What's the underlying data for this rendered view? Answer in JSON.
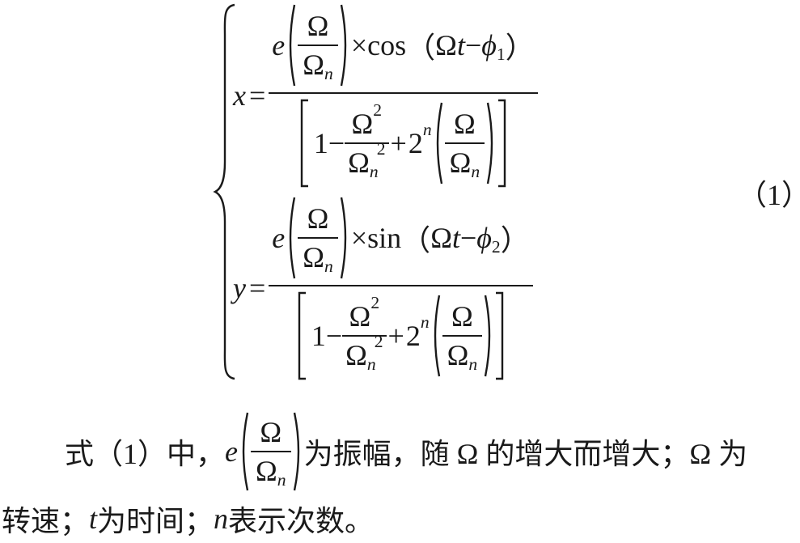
{
  "equation": {
    "number": "（1）",
    "x": {
      "var": "x",
      "eq": "=",
      "amp_symbol": "e",
      "omega": "Ω",
      "omega_n": "Ω",
      "n_sub": "n",
      "times": "×",
      "func": "cos",
      "arg_open": "（",
      "arg_omega": "Ω",
      "arg_t": "t",
      "minus": "−",
      "phi": "ϕ",
      "phi_sub": "1",
      "arg_close": "）",
      "den_one": "1",
      "den_minus": "−",
      "den_omega_sq": "Ω",
      "den_sq": "2",
      "den_plus": "+",
      "den_two": "2",
      "den_pow_n": "n"
    },
    "y": {
      "var": "y",
      "eq": "=",
      "amp_symbol": "e",
      "omega": "Ω",
      "omega_n": "Ω",
      "n_sub": "n",
      "times": "×",
      "func": "sin",
      "arg_open": "（",
      "arg_omega": "Ω",
      "arg_t": "t",
      "minus": "−",
      "phi": "ϕ",
      "phi_sub": "2",
      "arg_close": "）",
      "den_one": "1",
      "den_minus": "−",
      "den_omega_sq": "Ω",
      "den_sq": "2",
      "den_plus": "+",
      "den_two": "2",
      "den_pow_n": "n"
    }
  },
  "paragraph": {
    "line1_a": "式（1）中，",
    "amp_e": "e",
    "amp_omega": "Ω",
    "amp_omega_n": "Ω",
    "amp_n": "n",
    "line1_b": "为振幅，随 Ω 的增大而增大；Ω 为",
    "line2_a": "转速；",
    "line2_t": "t",
    "line2_b": " 为时间；",
    "line2_n": "n",
    "line2_c": " 表示次数。"
  }
}
